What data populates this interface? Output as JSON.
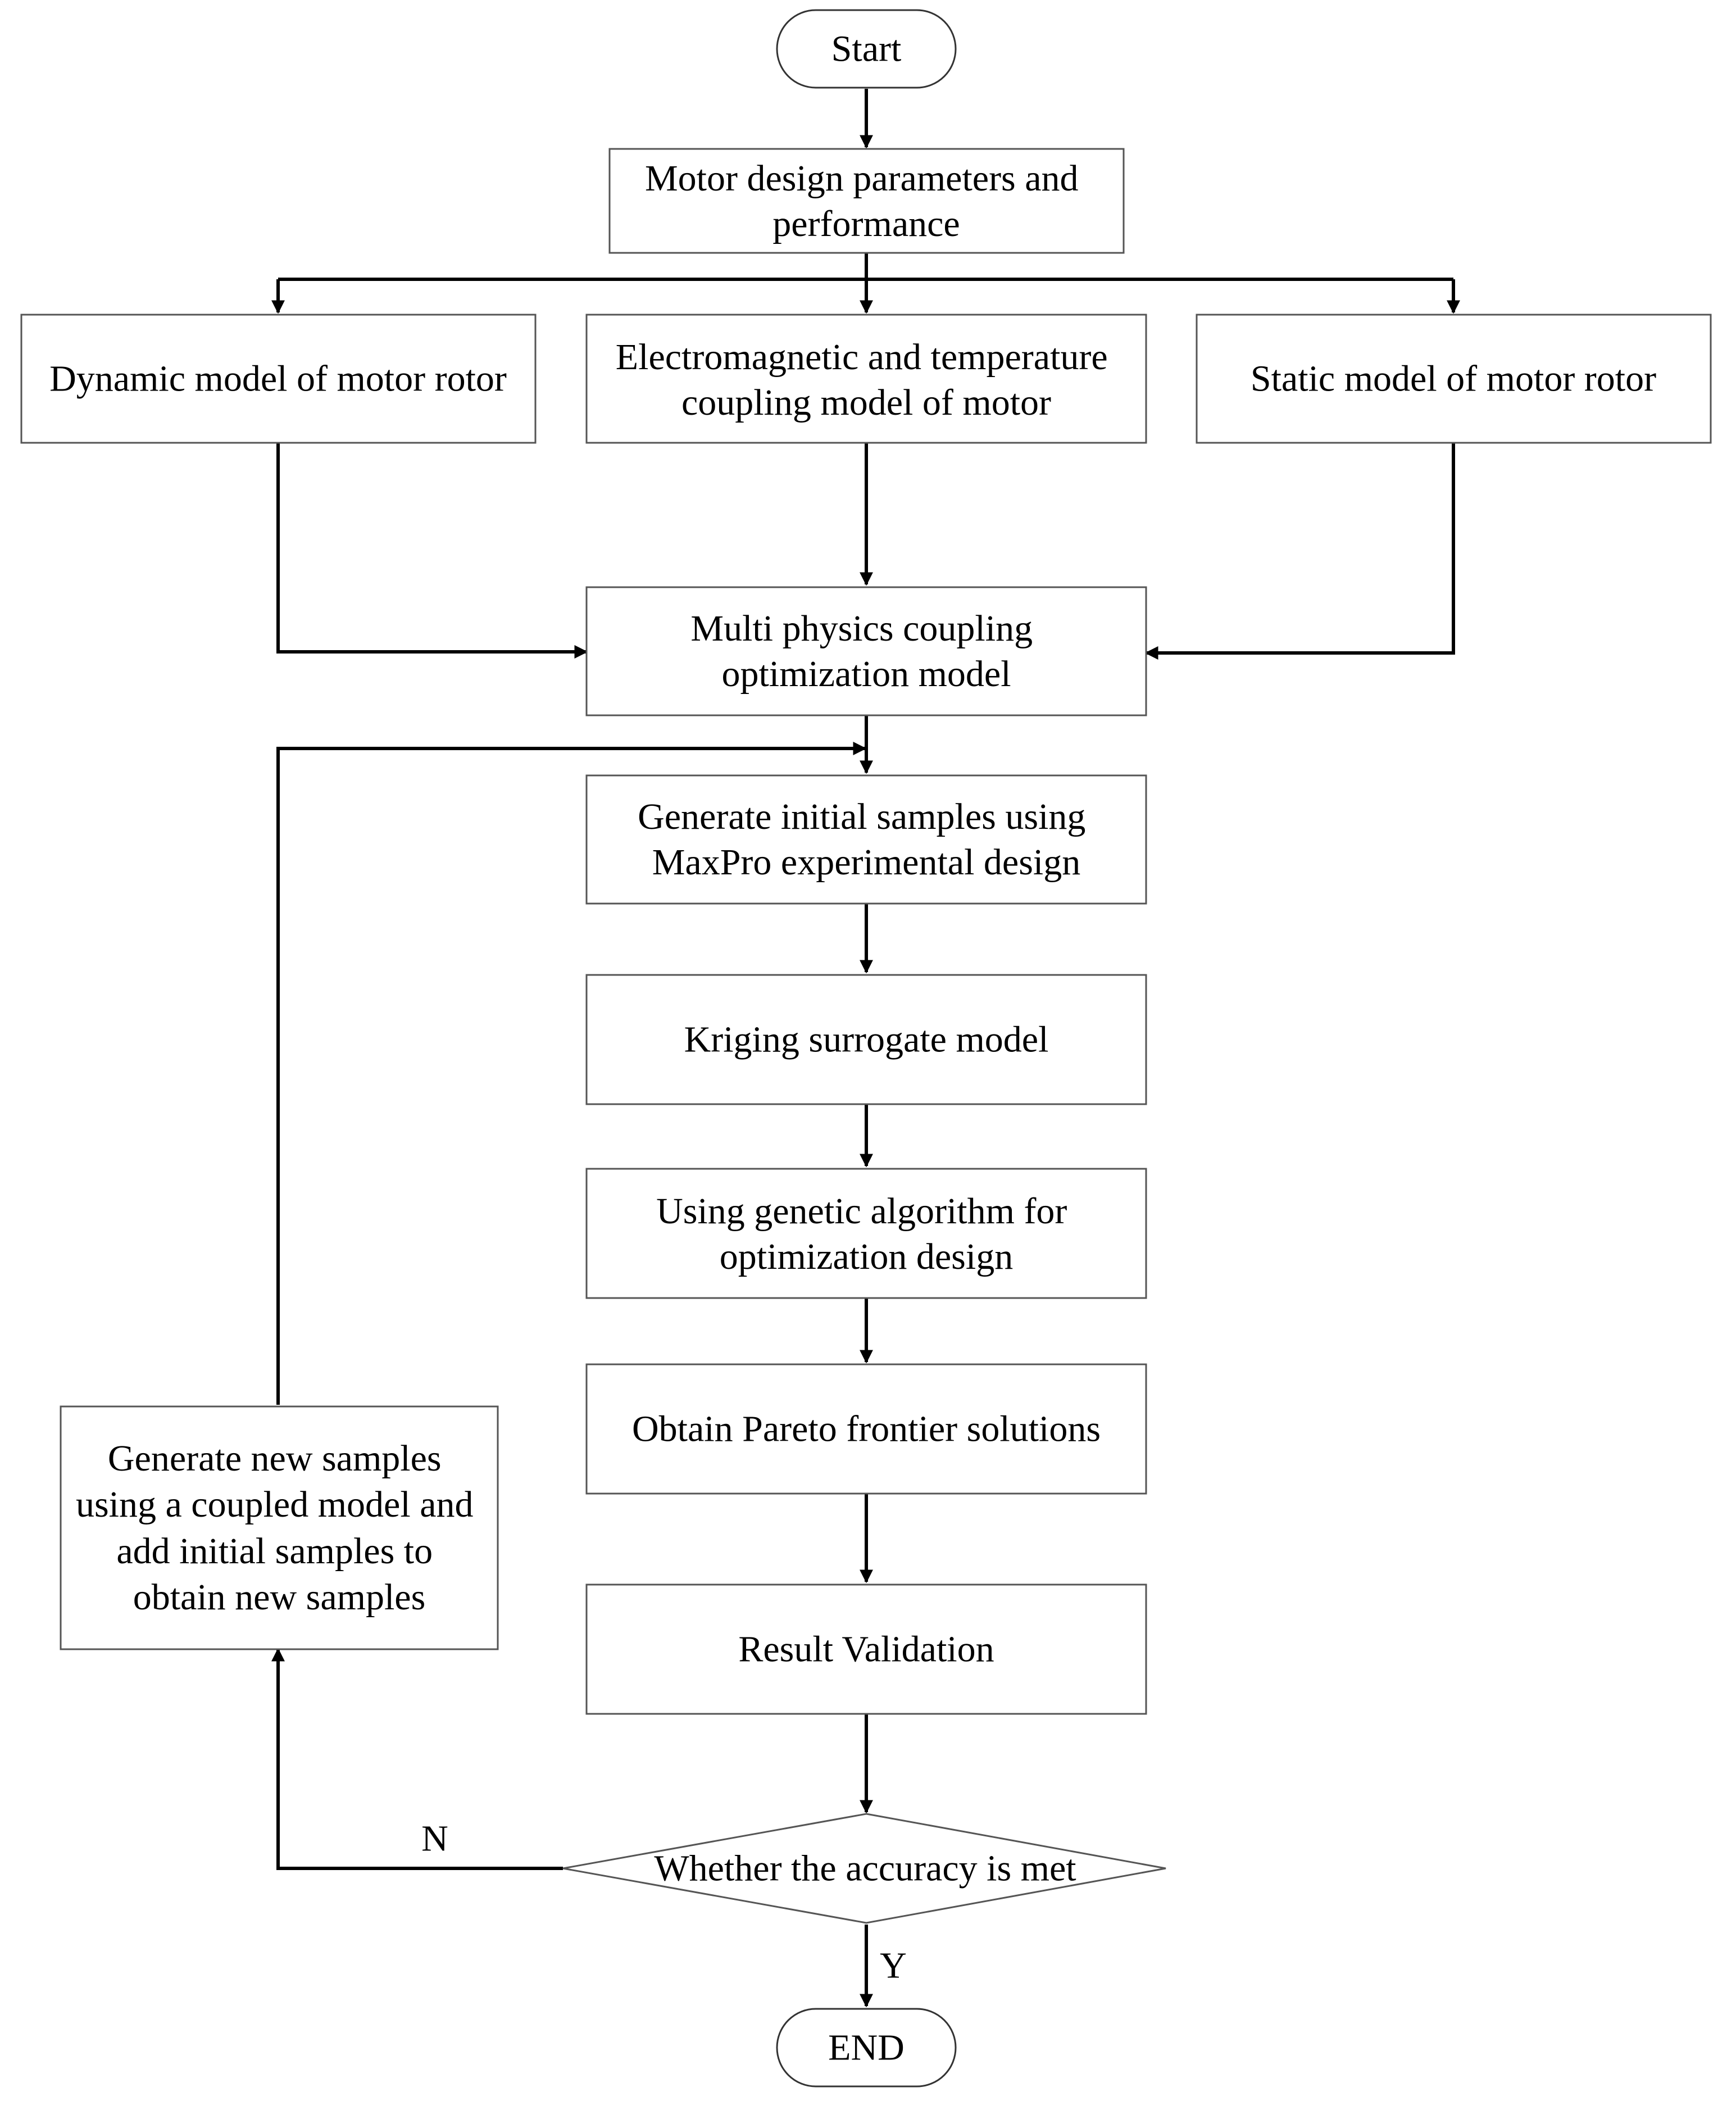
{
  "nodes": {
    "start": "Start",
    "design_params": [
      "Motor design parameters and",
      "performance"
    ],
    "dynamic_model": "Dynamic model of motor rotor",
    "em_temp_model": [
      "Electromagnetic and temperature",
      "coupling model of motor"
    ],
    "static_model": "Static model of motor rotor",
    "multiphysics_model": [
      "Multi physics coupling",
      "optimization model"
    ],
    "initial_samples": [
      "Generate initial samples using",
      "MaxPro experimental design"
    ],
    "kriging": "Kriging surrogate model",
    "genetic_algorithm": [
      "Using genetic algorithm for",
      "optimization design"
    ],
    "pareto": "Obtain Pareto frontier solutions",
    "validation": "Result Validation",
    "decision": "Whether the accuracy is met",
    "new_samples": [
      "Generate new samples",
      "using a coupled model and",
      "add initial samples to",
      "obtain new samples"
    ],
    "end": "END"
  },
  "branch_labels": {
    "no": "N",
    "yes": "Y"
  },
  "colors": {
    "line": "#000000",
    "box_border": "#555555",
    "background": "#ffffff"
  }
}
